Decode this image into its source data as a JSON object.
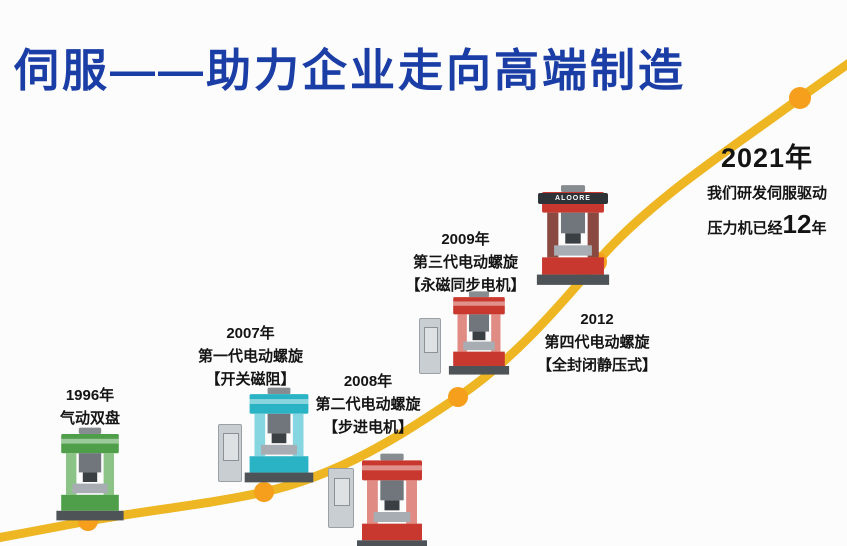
{
  "title": "伺服——助力企业走向高端制造",
  "colors": {
    "background": "#fcfcfc",
    "title_blue": "#1b3ea6",
    "curve_gold": "#edb622",
    "dot_orange": "#f59f1d",
    "text_dark": "#141414"
  },
  "milestones": [
    {
      "year": "1996年",
      "line1": "气动双盘",
      "line2": "",
      "machine": "pneumatic-double-disc-press",
      "machine_color": "#4e9e4a",
      "machine_color2": "#8cc487"
    },
    {
      "year": "2007年",
      "line1": "第一代电动螺旋",
      "line2": "【开关磁阻】",
      "machine": "first-gen-electric-screw-press",
      "machine_color": "#2ab3c4",
      "machine_color2": "#85d6e0"
    },
    {
      "year": "2008年",
      "line1": "第二代电动螺旋",
      "line2": "【步进电机】",
      "machine": "second-gen-electric-screw-press",
      "machine_color": "#c8382e",
      "machine_color2": "#e08b83"
    },
    {
      "year": "2009年",
      "line1": "第三代电动螺旋",
      "line2": "【永磁同步电机】",
      "machine": "third-gen-electric-screw-press",
      "machine_color": "#c8382e",
      "machine_color2": "#e08b83"
    },
    {
      "year": "2012",
      "line1": "第四代电动螺旋",
      "line2": "【全封闭静压式】",
      "machine": "fourth-gen-electric-screw-press",
      "machine_color": "#c8382e",
      "machine_color2": "#8a4a42",
      "brand": "ALOORE"
    },
    {
      "year": "2021年",
      "line1": "我们研发伺服驱动",
      "line2_prefix": "压力机已经",
      "line2_number": "12",
      "line2_suffix": "年"
    }
  ]
}
